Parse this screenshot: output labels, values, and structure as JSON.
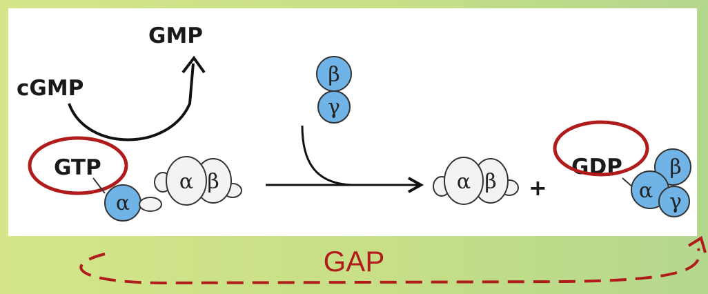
{
  "labels": {
    "gmp": "GMP",
    "cgmp": "cGMP",
    "gtp": "GTP",
    "gdp": "GDP",
    "plus": "+",
    "gap": "GAP"
  },
  "subunits": {
    "alpha": "α",
    "beta": "β",
    "gamma": "γ"
  },
  "colors": {
    "panel": "#ffffff",
    "background": "#cde189",
    "subunit_blue": "#70b3e6",
    "subunit_grey": "#f3f3f3",
    "highlight_red": "#b01c1c",
    "arrow": "#111111"
  }
}
